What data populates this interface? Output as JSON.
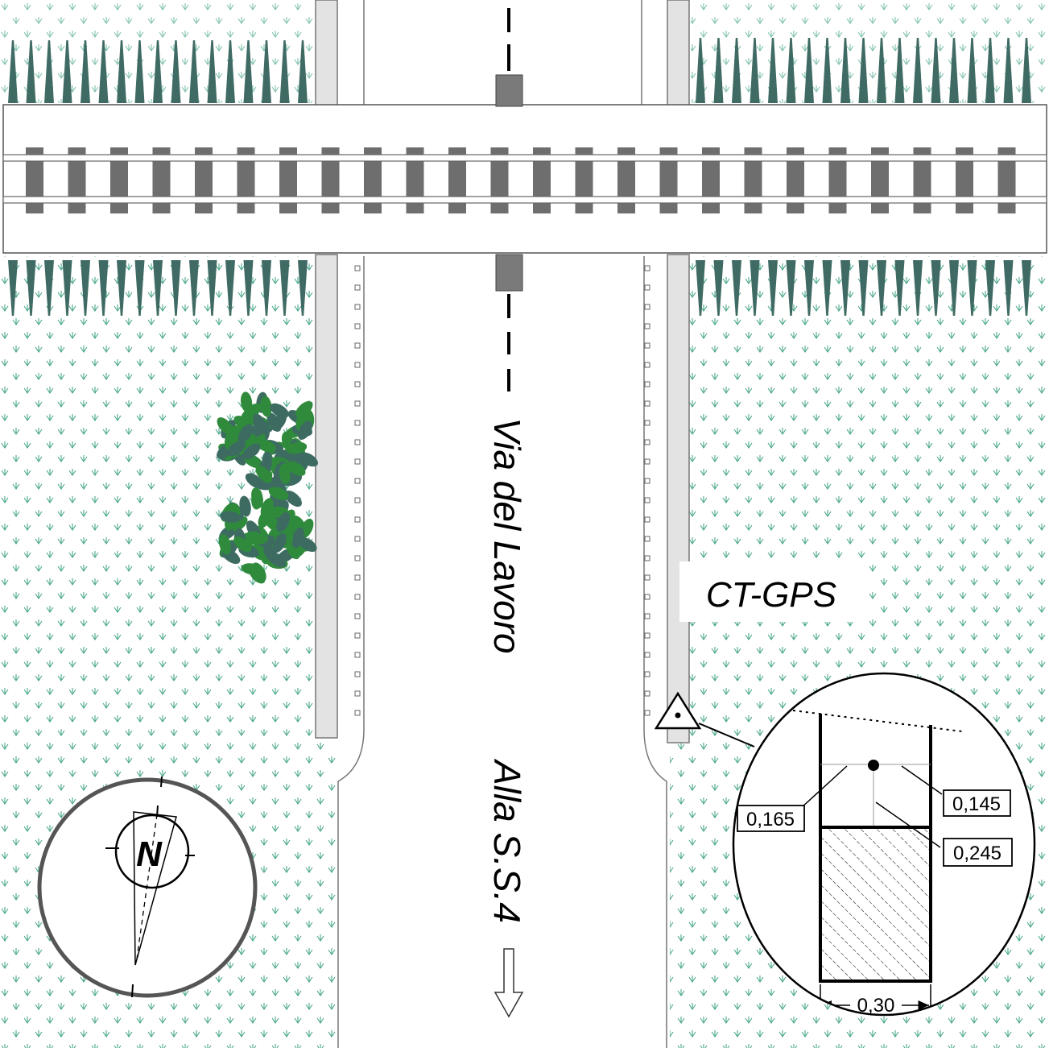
{
  "labels": {
    "street_name": "Via del Lavoro",
    "direction": "Alla S.S.4",
    "station": "CT-GPS",
    "north": "N"
  },
  "detail": {
    "measure_left": "0,165",
    "measure_top_right": "0,145",
    "measure_bottom_right": "0,245",
    "width": "0,30"
  },
  "colors": {
    "grass_symbol": "#4aa78a",
    "hedge": "#3f6b64",
    "shrub_light": "#2f8a3c",
    "shrub_dark": "#3d6b62",
    "rail_sleeper": "#6e6e6e",
    "sidewalk": "#e3e3e3"
  },
  "icons": [
    "compass-north-icon",
    "survey-triangle-icon",
    "direction-arrow-icon"
  ]
}
